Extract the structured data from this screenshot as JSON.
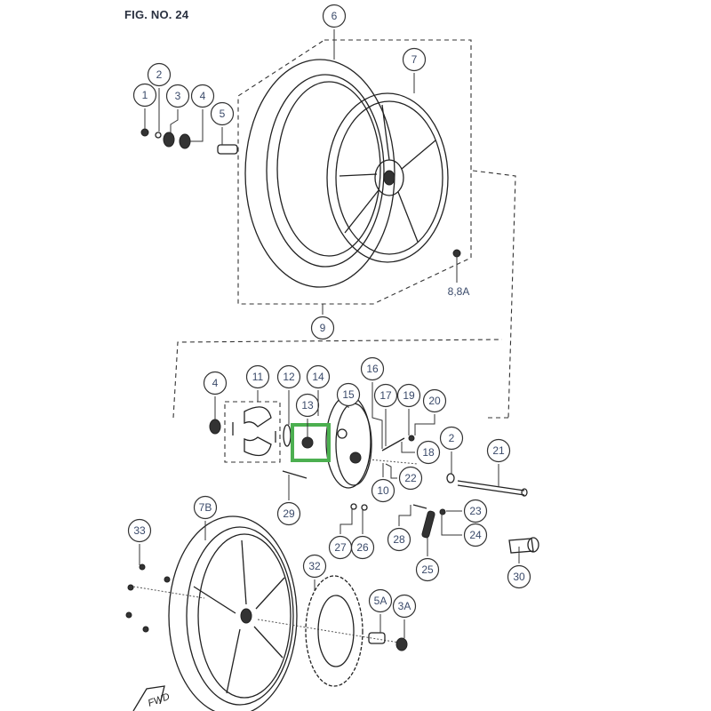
{
  "figure": {
    "title": "FIG. NO. 24",
    "highlight_color": "#4caf50",
    "highlighted_part": "13",
    "fwd_label": "FWD"
  },
  "callouts": [
    {
      "id": "c1",
      "label": "1"
    },
    {
      "id": "c2",
      "label": "2"
    },
    {
      "id": "c3",
      "label": "3"
    },
    {
      "id": "c4",
      "label": "4"
    },
    {
      "id": "c5",
      "label": "5"
    },
    {
      "id": "c6",
      "label": "6"
    },
    {
      "id": "c7",
      "label": "7"
    },
    {
      "id": "c88a",
      "label": "8,8A"
    },
    {
      "id": "c9",
      "label": "9"
    },
    {
      "id": "c4b",
      "label": "4"
    },
    {
      "id": "c11",
      "label": "11"
    },
    {
      "id": "c12",
      "label": "12"
    },
    {
      "id": "c13",
      "label": "13"
    },
    {
      "id": "c14",
      "label": "14"
    },
    {
      "id": "c15",
      "label": "15"
    },
    {
      "id": "c16",
      "label": "16"
    },
    {
      "id": "c17",
      "label": "17"
    },
    {
      "id": "c19",
      "label": "19"
    },
    {
      "id": "c20",
      "label": "20"
    },
    {
      "id": "c18",
      "label": "18"
    },
    {
      "id": "c2b",
      "label": "2"
    },
    {
      "id": "c21",
      "label": "21"
    },
    {
      "id": "c22",
      "label": "22"
    },
    {
      "id": "c10",
      "label": "10"
    },
    {
      "id": "c29",
      "label": "29"
    },
    {
      "id": "c27",
      "label": "27"
    },
    {
      "id": "c26",
      "label": "26"
    },
    {
      "id": "c28",
      "label": "28"
    },
    {
      "id": "c23",
      "label": "23"
    },
    {
      "id": "c24",
      "label": "24"
    },
    {
      "id": "c25",
      "label": "25"
    },
    {
      "id": "c30",
      "label": "30"
    },
    {
      "id": "c7b",
      "label": "7B"
    },
    {
      "id": "c33",
      "label": "33"
    },
    {
      "id": "c32",
      "label": "32"
    },
    {
      "id": "c5a",
      "label": "5A"
    },
    {
      "id": "c3a",
      "label": "3A"
    }
  ]
}
